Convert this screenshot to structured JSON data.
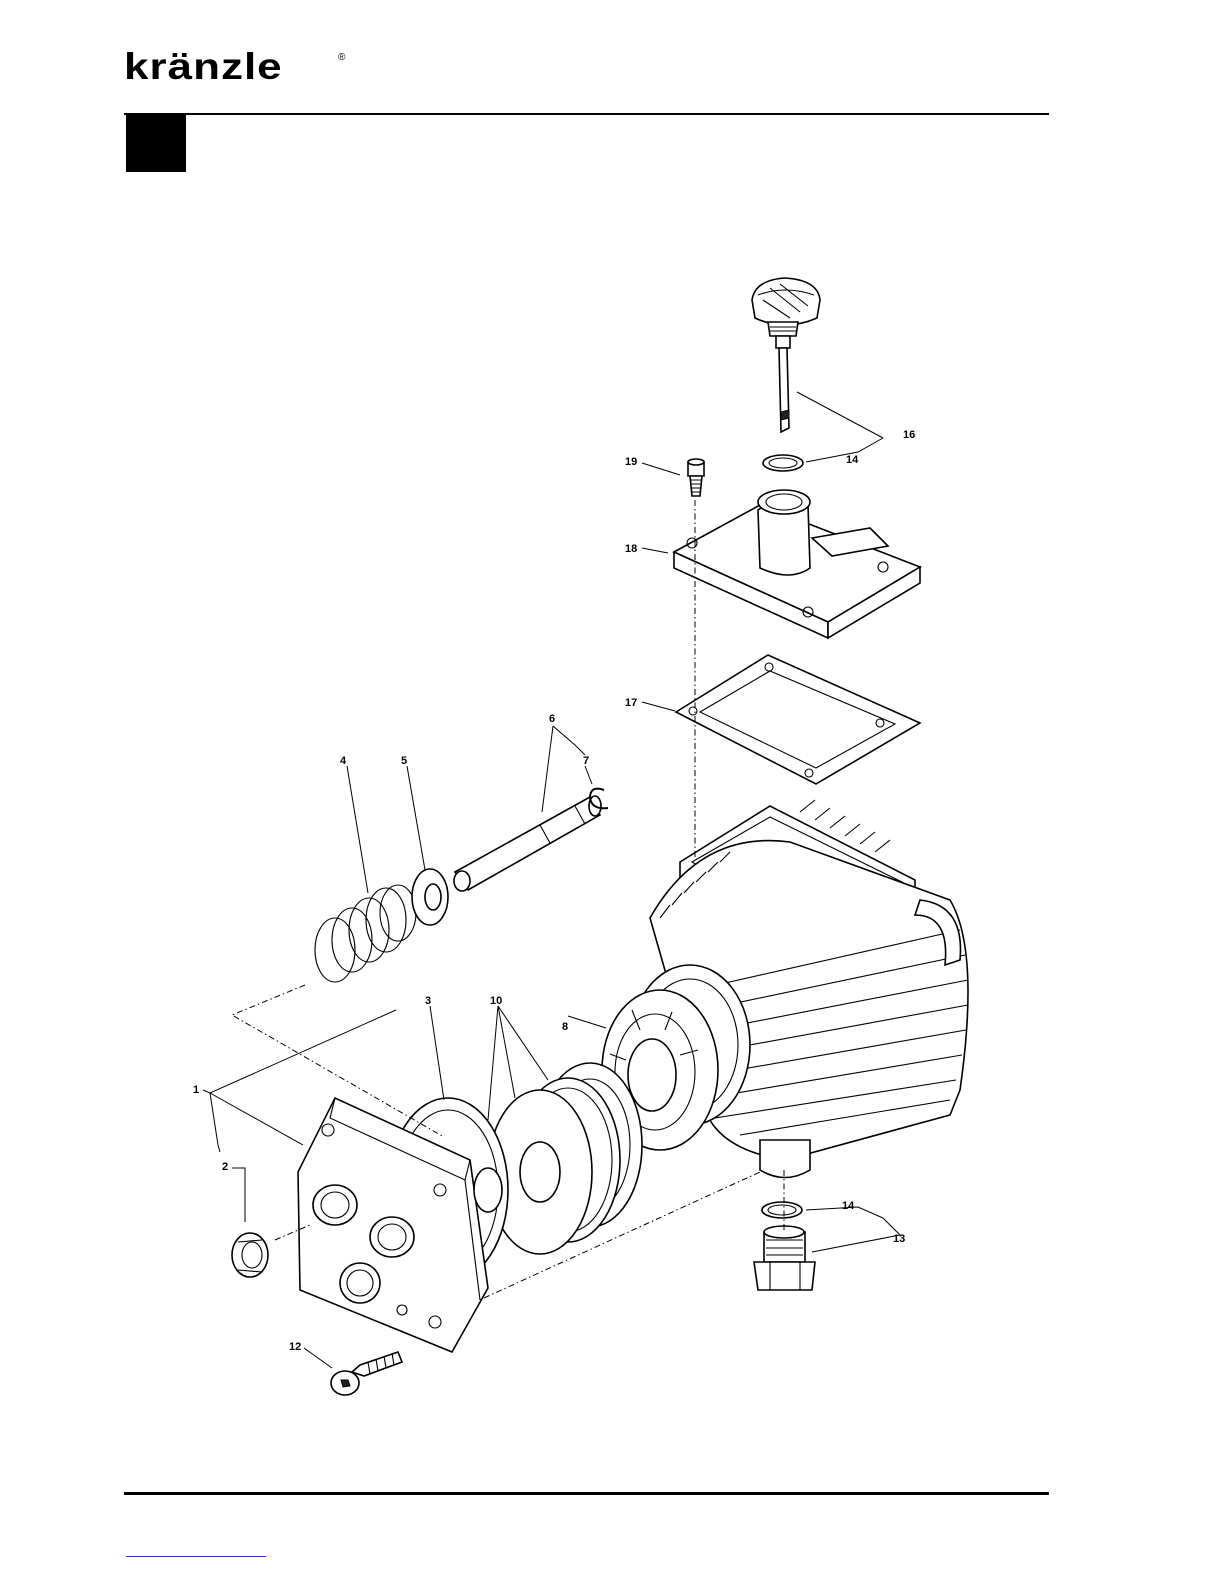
{
  "header": {
    "logo_text": "kränzle",
    "registered_mark": "®"
  },
  "labels": {
    "p1": "1",
    "p2": "2",
    "p3": "3",
    "p4": "4",
    "p5": "5",
    "p6": "6",
    "p7": "7",
    "p8": "8",
    "p10": "10",
    "p12": "12",
    "p13": "13",
    "p14_top": "14",
    "p14_bottom": "14",
    "p16": "16",
    "p17": "17",
    "p18": "18",
    "p19": "19"
  }
}
